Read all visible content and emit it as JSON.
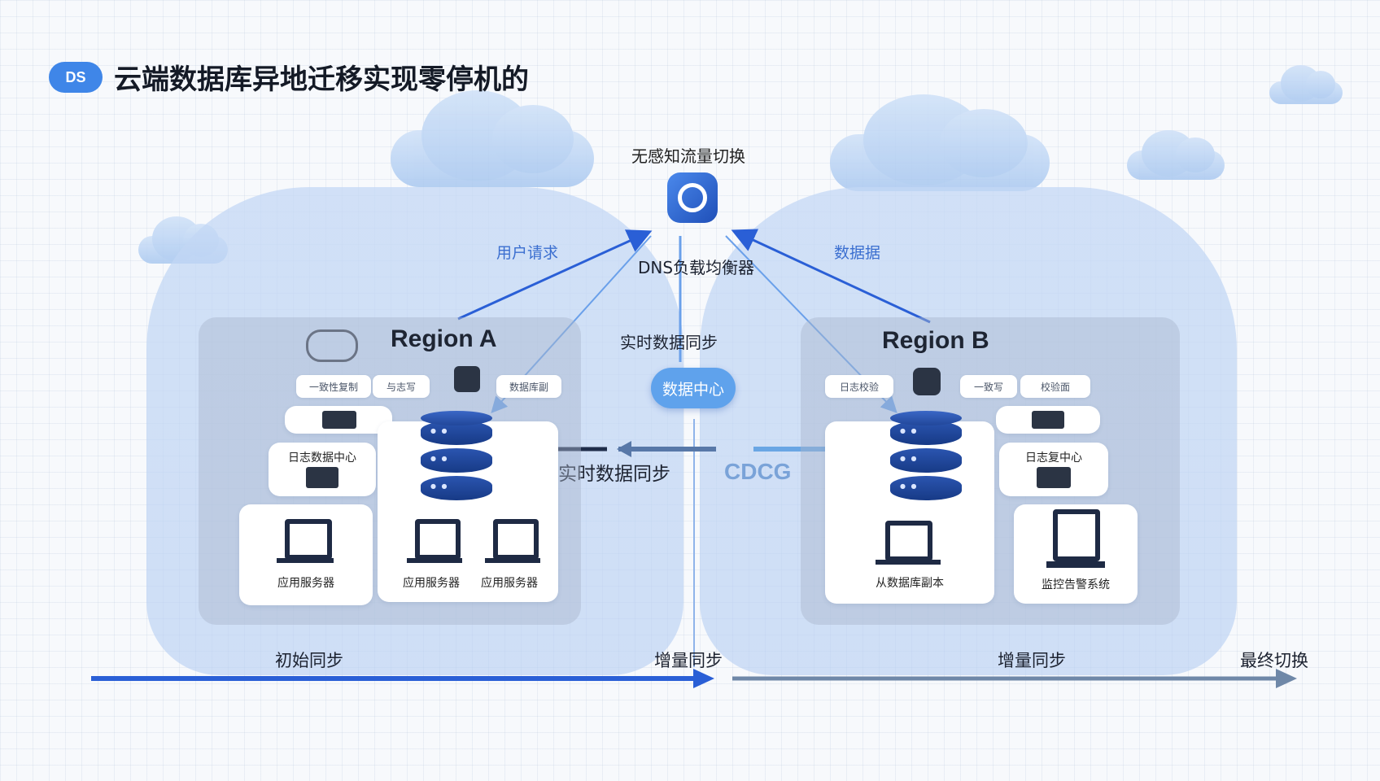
{
  "header": {
    "title": "云端数据库异地迁移实现零停机的",
    "logo_text": "DS"
  },
  "center": {
    "switch_label": "无感知流量切换",
    "dns_label": "DNS负载均衡器",
    "left_arrow_label": "用户请求",
    "right_arrow_label": "数据据",
    "realtime_sync_top": "实时数据同步",
    "hub_label": "数据中心",
    "realtime_sync_mid": "实时数据同步",
    "cdc_label": "CDCG"
  },
  "region_a": {
    "title": "Region A",
    "chips": [
      "一致性复制",
      "与志写",
      "数据库副"
    ],
    "log_center": "日志数据中心",
    "servers": [
      "应用服务器",
      "应用服务器",
      "应用服务器"
    ]
  },
  "region_b": {
    "title": "Region B",
    "chips": [
      "日志校验",
      "一致写",
      "校验面"
    ],
    "log_center": "日志复中心",
    "replica_label": "从数据库副本",
    "monitor_label": "监控告警系统"
  },
  "timeline": {
    "stages": [
      "初始同步",
      "增量同步",
      "增量同步",
      "最终切换"
    ]
  },
  "colors": {
    "accent": "#2a5fd6",
    "region_bg": "#a8b6cd",
    "blob": "#c4d8f5"
  }
}
